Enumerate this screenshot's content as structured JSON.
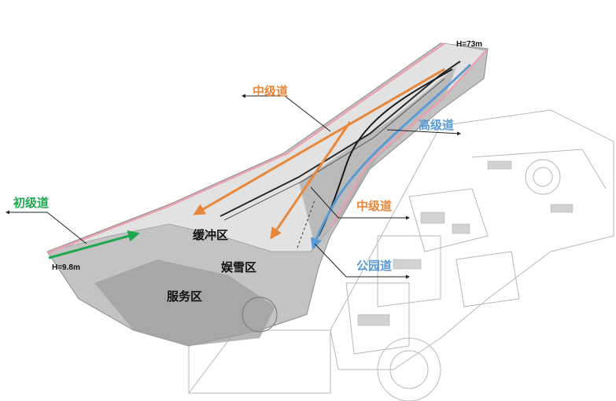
{
  "colors": {
    "beginner": "#1fa84f",
    "intermediate": "#e8873a",
    "advanced": "#5b9bd5",
    "park": "#5b9bd5",
    "ground": "#bdbdbd",
    "slope": "#e3e3e3",
    "edge": "#e9a3b0",
    "track": "#1a1a1a"
  },
  "labels": {
    "height_top": "H=73m",
    "height_bottom": "H=9.8m",
    "lane_beginner": "初级道",
    "lane_intermediate_top": "中级道",
    "lane_intermediate_mid": "中级道",
    "lane_advanced": "高级道",
    "lane_park": "公园道",
    "zone_buffer": "缓冲区",
    "zone_snowplay": "娱雪区",
    "zone_service": "服务区"
  },
  "icons": {
    "arrow": "arrow-icon",
    "pointer": "leader-arrow-icon"
  }
}
